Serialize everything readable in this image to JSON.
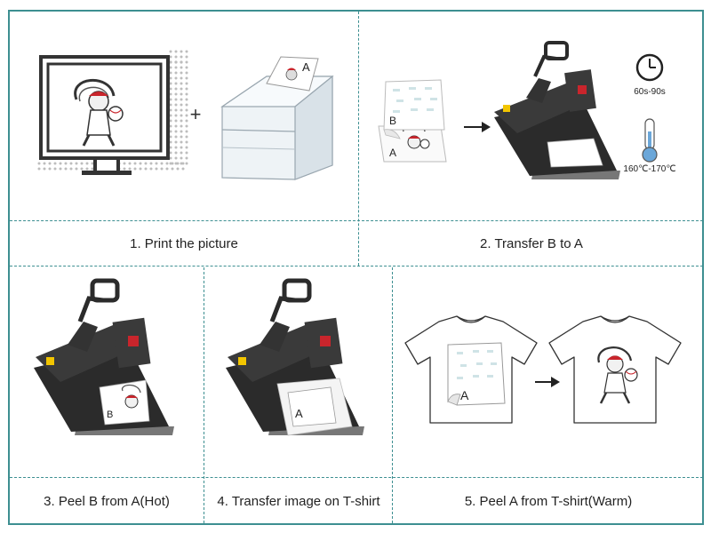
{
  "steps": [
    {
      "caption": "1. Print the picture"
    },
    {
      "caption": "2. Transfer B to A"
    },
    {
      "caption": "3. Peel B from A(Hot)"
    },
    {
      "caption": "4. Transfer image on T-shirt"
    },
    {
      "caption": "5. Peel A from T-shirt(Warm)"
    }
  ],
  "symbols": {
    "plus": "+",
    "paper_a": "A",
    "paper_b": "B"
  },
  "press_settings": {
    "time": "60s-90s",
    "temperature": "160℃-170℃"
  },
  "colors": {
    "border": "#3d8f91",
    "press_body": "#2b2b2b",
    "warning_label": "#f2c500",
    "thermometer": "#6ba7d9",
    "figure_red": "#c9252c"
  }
}
